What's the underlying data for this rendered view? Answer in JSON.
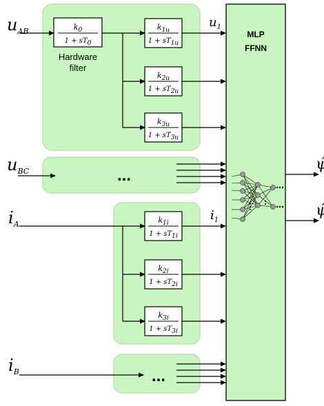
{
  "colors": {
    "region_fill": "#c8f5c0",
    "mlp_fill": "#c8f5c0",
    "line": "#000000",
    "box_fill": "#ffffff"
  },
  "inputs": {
    "u_ab": {
      "symbol": "u",
      "subscript": "AB"
    },
    "u_bc": {
      "symbol": "u",
      "subscript": "BC"
    },
    "i_a": {
      "symbol": "i",
      "subscript": "A"
    },
    "i_b": {
      "symbol": "i",
      "subscript": "B"
    }
  },
  "hardware_filter": {
    "numerator": "k",
    "num_sub": "0",
    "denominator": "1 + sT",
    "den_sub": "0",
    "label_line1": "Hardware",
    "label_line2": "filter"
  },
  "voltage_filters": [
    {
      "numerator": "k",
      "num_sub": "1u",
      "denominator": "1 + sT",
      "den_sub": "1u"
    },
    {
      "numerator": "k",
      "num_sub": "2u",
      "denominator": "1 + sT",
      "den_sub": "2u"
    },
    {
      "numerator": "k",
      "num_sub": "3u",
      "denominator": "1 + sT",
      "den_sub": "3u"
    }
  ],
  "current_filters": [
    {
      "numerator": "k",
      "num_sub": "1i",
      "denominator": "1 + sT",
      "den_sub": "1i"
    },
    {
      "numerator": "k",
      "num_sub": "2i",
      "denominator": "1 + sT",
      "den_sub": "2i"
    },
    {
      "numerator": "k",
      "num_sub": "3i",
      "denominator": "1 + sT",
      "den_sub": "3i"
    }
  ],
  "signals": {
    "u1": {
      "symbol": "u",
      "subscript": "1"
    },
    "i1": {
      "symbol": "i",
      "subscript": "1"
    }
  },
  "ellipsis": "...",
  "mlp": {
    "line1": "MLP",
    "line2": "FFNN"
  },
  "outputs": [
    {
      "symbol": "ψ̂"
    },
    {
      "symbol": "ψ̂"
    }
  ]
}
